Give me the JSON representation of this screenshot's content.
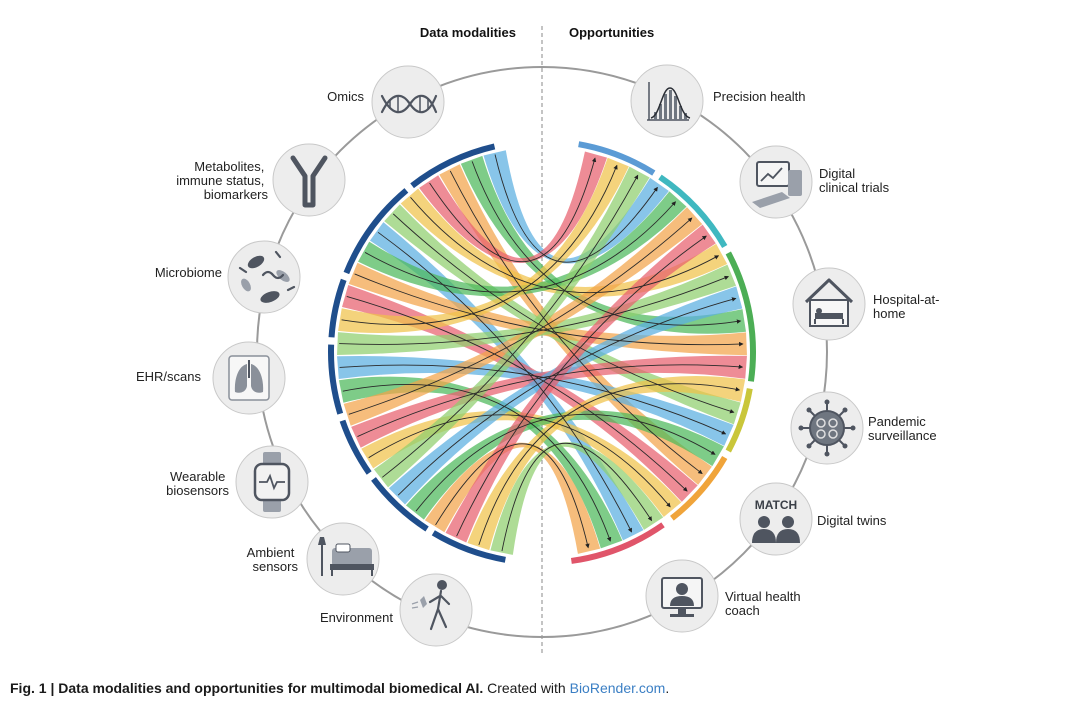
{
  "headers": {
    "left": "Data modalities",
    "right": "Opportunities"
  },
  "data_modalities": [
    {
      "id": "omics",
      "label_lines": [
        "Omics"
      ],
      "icon": "dna-helix-icon"
    },
    {
      "id": "metabolites",
      "label_lines": [
        "Metabolites,",
        "immune status,",
        "biomarkers"
      ],
      "icon": "antibody-icon"
    },
    {
      "id": "microbiome",
      "label_lines": [
        "Microbiome"
      ],
      "icon": "bacteria-icon"
    },
    {
      "id": "ehr",
      "label_lines": [
        "EHR/scans"
      ],
      "icon": "lung-scan-icon"
    },
    {
      "id": "wearable",
      "label_lines": [
        "Wearable",
        "biosensors"
      ],
      "icon": "smartwatch-icon"
    },
    {
      "id": "ambient",
      "label_lines": [
        "Ambient",
        "sensors"
      ],
      "icon": "bed-lamp-icon"
    },
    {
      "id": "environment",
      "label_lines": [
        "Environment"
      ],
      "icon": "person-walking-icon"
    }
  ],
  "opportunities": [
    {
      "id": "precision",
      "label_lines": [
        "Precision health"
      ],
      "icon": "distribution-chart-icon",
      "color": "#5b9bd5"
    },
    {
      "id": "trials",
      "label_lines": [
        "Digital",
        "clinical trials"
      ],
      "icon": "monitor-chart-icon",
      "color": "#3fb8c0"
    },
    {
      "id": "hospital",
      "label_lines": [
        "Hospital-at-",
        "home"
      ],
      "icon": "house-bed-icon",
      "color": "#4cae55"
    },
    {
      "id": "pandemic",
      "label_lines": [
        "Pandemic",
        "surveillance"
      ],
      "icon": "virus-icon",
      "color": "#c9c63a"
    },
    {
      "id": "twins",
      "label_lines": [
        "Digital twins"
      ],
      "icon": "twins-match-icon",
      "icon_text": "MATCH",
      "color": "#f0a43a"
    },
    {
      "id": "coach",
      "label_lines": [
        "Virtual health",
        "coach"
      ],
      "icon": "video-call-icon",
      "color": "#e0556a"
    }
  ],
  "band_colors": [
    "#5aaee0",
    "#4cb85a",
    "#f2a34a",
    "#e8606e",
    "#f0c24a",
    "#8fce6e"
  ],
  "caption": {
    "bold": "Fig. 1 | Data modalities and opportunities for multimodal biomedical AI.",
    "text": " Created with ",
    "link": "BioRender.com",
    "end": "."
  }
}
